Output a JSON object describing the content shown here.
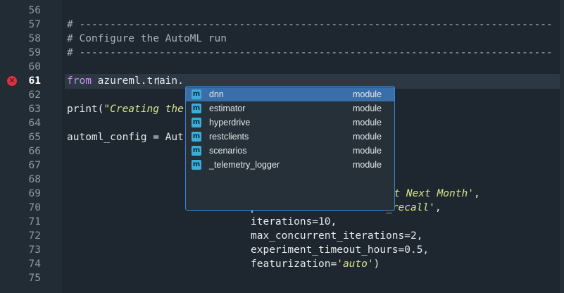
{
  "editor": {
    "line_numbers": [
      "56",
      "57",
      "58",
      "59",
      "60",
      "61",
      "62",
      "63",
      "64",
      "65",
      "66",
      "67",
      "68",
      "69",
      "70",
      "71",
      "72",
      "73",
      "74",
      "75"
    ],
    "active_line": "61",
    "error_icon": "error-circle-icon",
    "lines": {
      "l57": "# -----------------------------------------------------------------------------",
      "l58": "# Configure the AutoML run",
      "l59": "# -----------------------------------------------------------------------------",
      "l61_kw": "from",
      "l61_rest": " azureml.train.",
      "l63_fn": "print(",
      "l63_str": "\"Creating the",
      "l65": "automl_config = Aut",
      "l69_str": "ult Next Month'",
      "l69_tail": ",",
      "l70_head": "p",
      "l70_mid": "                  ",
      "l70_str": "cro_recall'",
      "l70_tail": ",",
      "l71": "iterations=10,",
      "l72": "max_concurrent_iterations=2,",
      "l73": "experiment_timeout_hours=0.5,",
      "l74_head": "featurization=",
      "l74_str": "'auto'",
      "l74_tail": ")"
    }
  },
  "autocomplete": {
    "icon": "module-icon",
    "icon_glyph": "m",
    "items": [
      {
        "name": "dnn",
        "kind": "module"
      },
      {
        "name": "estimator",
        "kind": "module"
      },
      {
        "name": "hyperdrive",
        "kind": "module"
      },
      {
        "name": "restclients",
        "kind": "module"
      },
      {
        "name": "scenarios",
        "kind": "module"
      },
      {
        "name": "_telemetry_logger",
        "kind": "module"
      }
    ],
    "selected_index": 0
  },
  "colors": {
    "background": "#1e272f",
    "keyword": "#c792ea",
    "string": "#d7e58a",
    "comment": "#a9b2ba",
    "selection": "#3a6ea8",
    "popup_border": "#3b84cf",
    "error": "#e0303a"
  }
}
